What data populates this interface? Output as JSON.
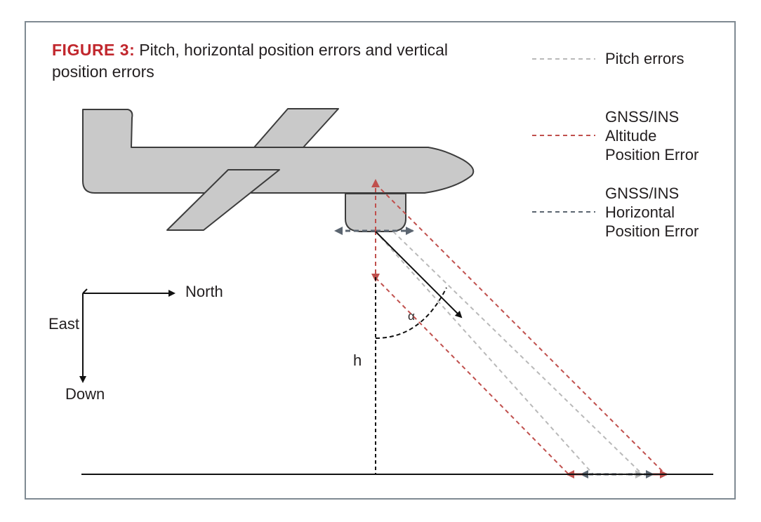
{
  "figure": {
    "label": "FIGURE 3:",
    "title": "Pitch, horizontal position errors and vertical position errors"
  },
  "legend": [
    {
      "text": "Pitch errors",
      "color": "#b9b9b9"
    },
    {
      "text": "GNSS/INS Altitude Position Error",
      "color": "#c0504d"
    },
    {
      "text": "GNSS/INS Horizontal Position Error",
      "color": "#5b6570"
    }
  ],
  "axes": {
    "north": "North",
    "east": "East",
    "down": "Down"
  },
  "symbols": {
    "alpha": "α",
    "height": "h"
  },
  "colors": {
    "aircraft_fill": "#c9c9c9",
    "aircraft_stroke": "#3c3c3c",
    "frame": "#7f8a92",
    "title_accent": "#c1272d",
    "altitude_error": "#c0504d",
    "horizontal_error": "#5b6570",
    "pitch_error": "#b9b9b9"
  }
}
